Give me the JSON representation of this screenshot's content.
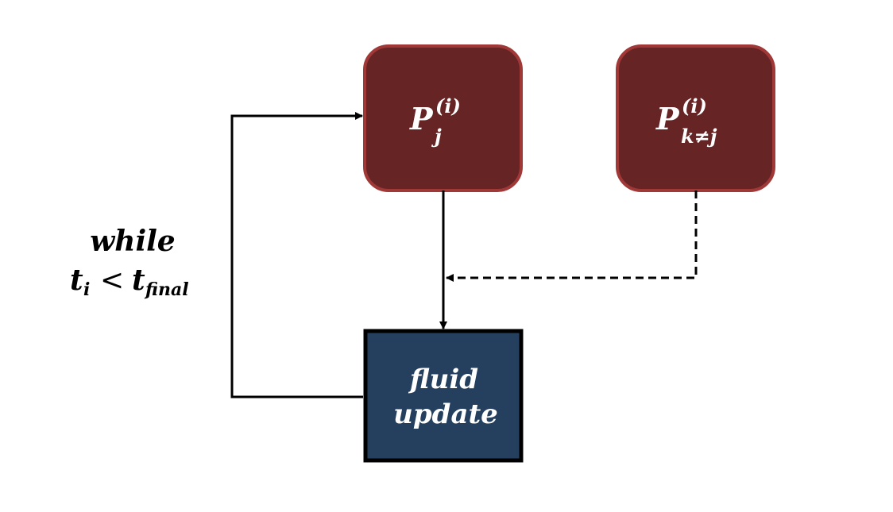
{
  "nodes": {
    "pj": {
      "main": "P",
      "sup": "(i)",
      "sub": "j"
    },
    "pk": {
      "main": "P",
      "sup": "(i)",
      "sub": "k≠j"
    },
    "fluid": {
      "line1": "fluid",
      "line2": "update"
    }
  },
  "loop_condition": {
    "line1": "while",
    "t": "t",
    "t_sub": "i",
    "op": "<",
    "tf": "t",
    "tf_sub": "final"
  },
  "colors": {
    "particle_fill": "#662424",
    "particle_border": "#a03838",
    "fluid_fill": "#253f5e",
    "fluid_border": "#000000",
    "arrow": "#000000",
    "text_on_node": "#ffffff",
    "text": "#000000"
  }
}
